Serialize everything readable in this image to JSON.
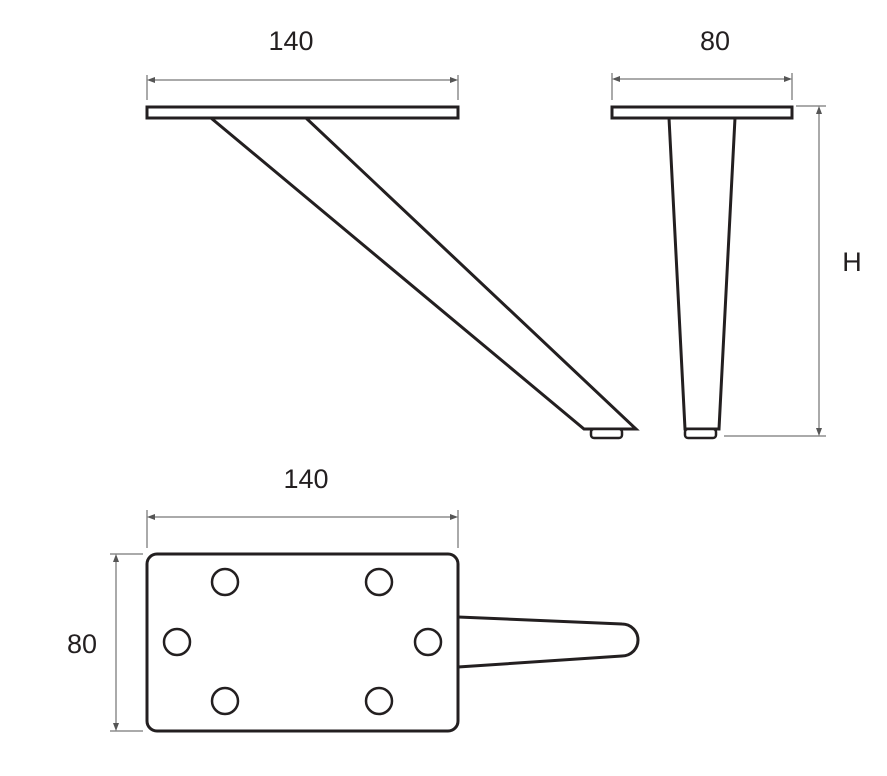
{
  "dimensions": {
    "side_view_width": "140",
    "front_view_width": "80",
    "front_view_height": "H",
    "top_view_width": "140",
    "top_view_depth": "80"
  },
  "colors": {
    "line": "#231f20",
    "background": "#ffffff",
    "dimension_line": "#555555"
  }
}
